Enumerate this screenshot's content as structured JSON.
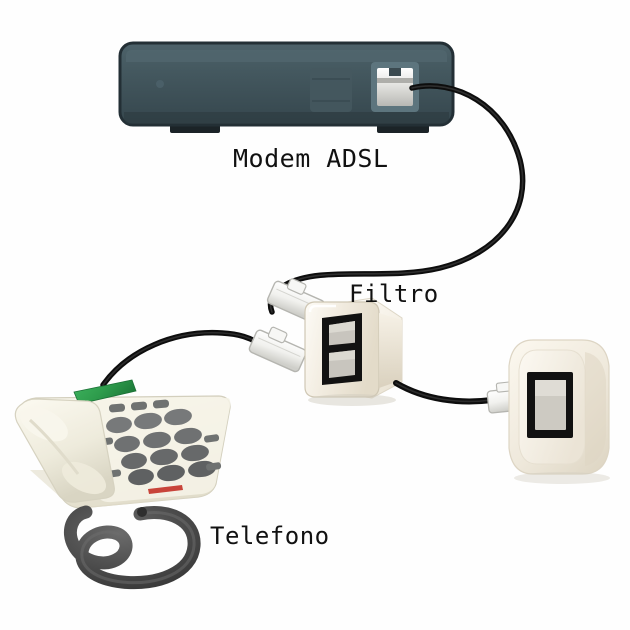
{
  "diagram": {
    "title_implicit": "ADSL filter connection diagram",
    "background_color": "#fefefe",
    "labels": {
      "modem": "Modem ADSL",
      "filter": "Filtro",
      "phone": "Telefono"
    },
    "devices": [
      {
        "id": "modem",
        "name": "Modem ADSL",
        "label": "Modem ADSL",
        "body_color": "#3f5158",
        "body_top_color": "#4a5f67",
        "outline_color": "#1e2b31",
        "foot_color": "#1a2226",
        "port_frame_color": "#5e757e",
        "port_color": "#e8e8e6",
        "port_count": 1,
        "feet_count": 2
      },
      {
        "id": "filter",
        "name": "Filtro ADSL",
        "label": "Filtro",
        "body_color": "#efe9dd",
        "body_side_color": "#ddd5c5",
        "body_highlight_color": "#fbf8f2",
        "jack_frame_color": "#151515",
        "jack_inner_color": "#c9c6bf",
        "jack_count": 2
      },
      {
        "id": "wall-socket",
        "name": "Presa telefonica a muro",
        "label": "",
        "body_color": "#f0ebe0",
        "body_rim_color": "#e4ddce",
        "jack_frame_color": "#141414",
        "jack_inner_color": "#cfccc4",
        "jack_count": 1
      },
      {
        "id": "telephone",
        "name": "Telefono",
        "label": "Telefono",
        "body_color": "#f3f0e4",
        "body_shadow_color": "#dedbcb",
        "handset_color": "#eeebdd",
        "display_color": "#2f9e4f",
        "display_dark_color": "#1f7c3c",
        "key_color": "#7d7f7e",
        "key_dark_color": "#5e605f",
        "accent_color": "#c8443a",
        "cord_color": "#4b4b4b",
        "key_rows": 4,
        "key_columns": 3
      }
    ],
    "cables": [
      {
        "id": "cable-modem-to-filter",
        "from": "modem",
        "to": "filter",
        "color": "#0f0f0f",
        "plug_color": "#f6f6f4",
        "plug_outline": "#b9b9b4"
      },
      {
        "id": "cable-phone-to-filter",
        "from": "telephone",
        "to": "filter",
        "color": "#0f0f0f",
        "plug_color": "#f6f6f4",
        "plug_outline": "#b9b9b4"
      },
      {
        "id": "cable-filter-to-wall",
        "from": "filter",
        "to": "wall-socket",
        "color": "#0f0f0f",
        "plug_color": "#f6f6f4",
        "plug_outline": "#b9b9b4"
      }
    ]
  }
}
